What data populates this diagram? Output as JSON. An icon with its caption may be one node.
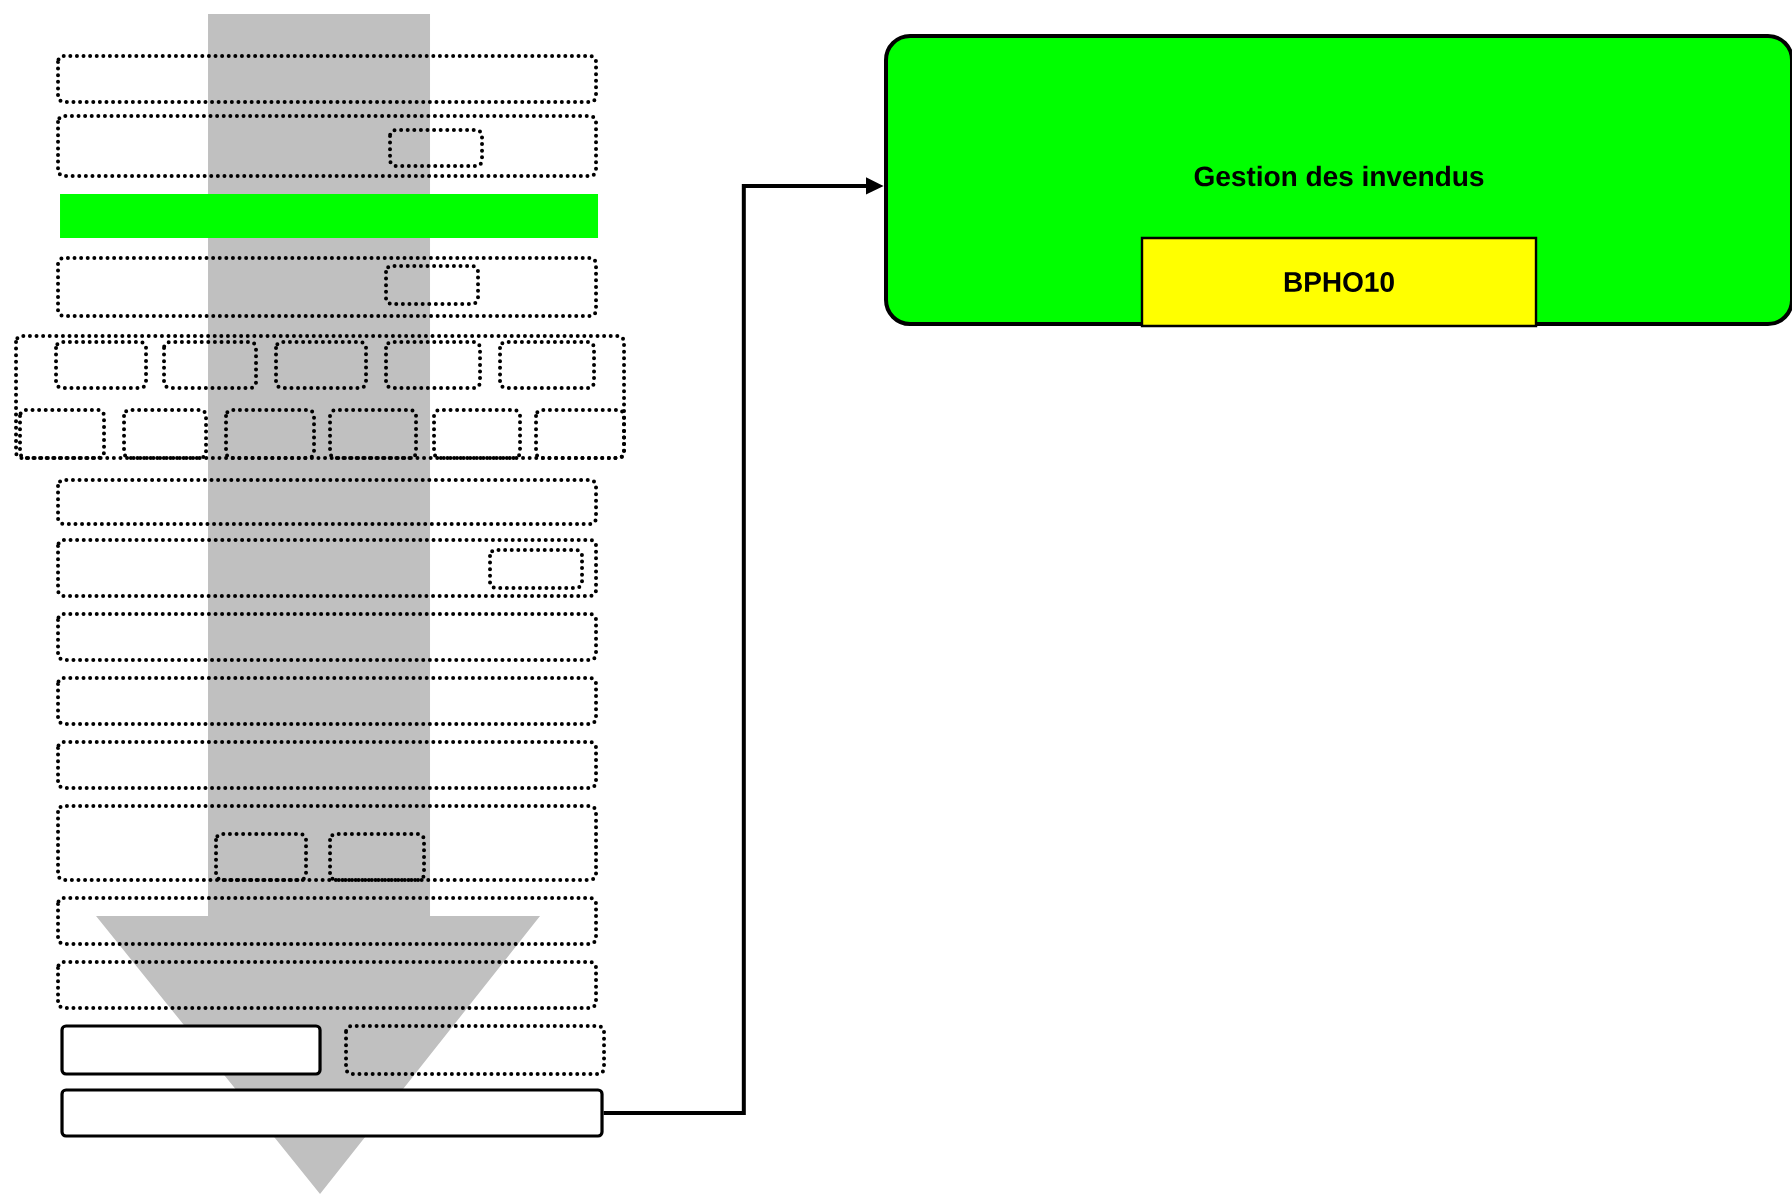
{
  "diagram": {
    "nodes": [
      {
        "text": [
          "Gestion des invendus"
        ]
      },
      {
        "text": [
          "BPHO10"
        ],
        "in": 0
      },
      {
        "text": [],
        "shape": "box"
      }
    ],
    "edges": [
      {
        "from": 2,
        "to": 0,
        "arrow": "to"
      }
    ]
  }
}
